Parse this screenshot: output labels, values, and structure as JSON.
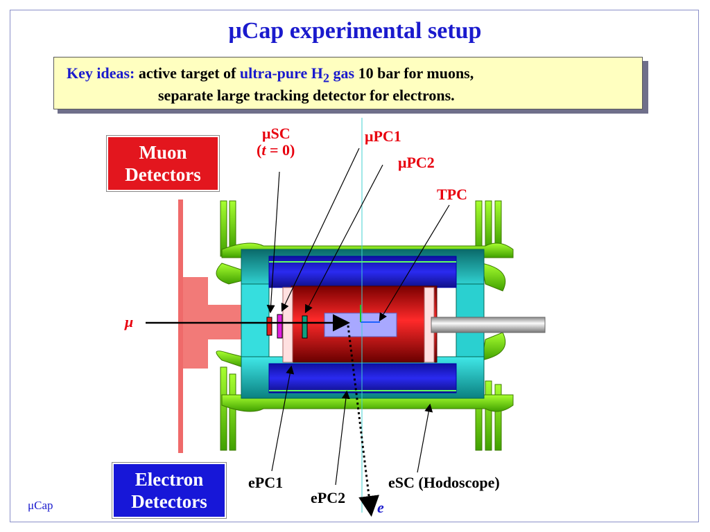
{
  "title": "μCap experimental setup",
  "key_ideas": {
    "label": "Key ideas:",
    "line1_a": "active target of",
    "line1_b": "ultra-pure H",
    "line1_sub": "2",
    "line1_c": "gas",
    "line1_d": "10 bar for muons,",
    "line2": "separate large tracking detector for electrons."
  },
  "muon_detectors_box": {
    "line1": "Muon",
    "line2": "Detectors"
  },
  "electron_detectors_box": {
    "line1": "Electron",
    "line2": "Detectors"
  },
  "labels": {
    "musc": "μSC",
    "t0": "(t = 0)",
    "mupc1": "μPC1",
    "mupc2": "μPC2",
    "tpc": "TPC",
    "mu": "μ",
    "e": "e",
    "epc1": "ePC1",
    "epc2": "ePC2",
    "esc": "eSC (Hodoscope)"
  },
  "footer": "μCap",
  "colors": {
    "title": "#1a1acd",
    "muon_box": "#e3161e",
    "electron_box": "#1717d8",
    "label_red": "#e8000e",
    "keybox_bg": "#ffffc0"
  }
}
